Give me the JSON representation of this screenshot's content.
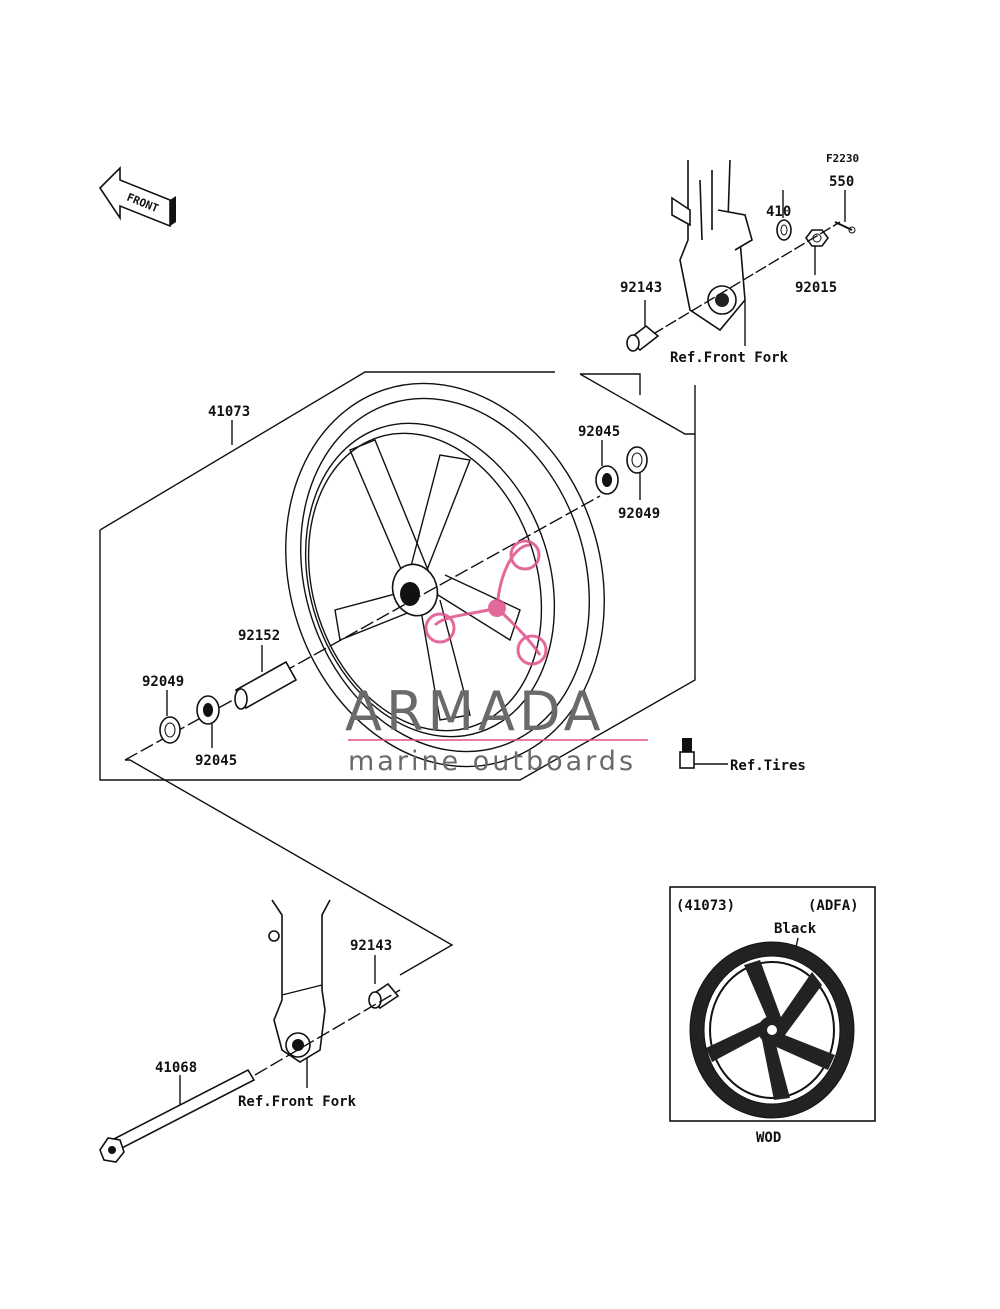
{
  "diagram_code": "F2230",
  "front_label": "FRONT",
  "parts": {
    "p550": "550",
    "p410": "410",
    "p92015": "92015",
    "p92143_top": "92143",
    "ref_front_fork_top": "Ref.Front Fork",
    "p41073": "41073",
    "p92045_right": "92045",
    "p92049_right": "92049",
    "p92152": "92152",
    "p92049_left": "92049",
    "p92045_left": "92045",
    "ref_tires": "Ref.Tires",
    "p92143_bottom": "92143",
    "p41068": "41068",
    "ref_front_fork_bottom": "Ref.Front Fork"
  },
  "inset": {
    "part_no": "(41073)",
    "code": "(ADFA)",
    "color": "Black",
    "caption": "WOD"
  },
  "watermark": {
    "title": "ARMADA",
    "subtitle": "marine outboards",
    "brand_color": "#e0508a"
  }
}
